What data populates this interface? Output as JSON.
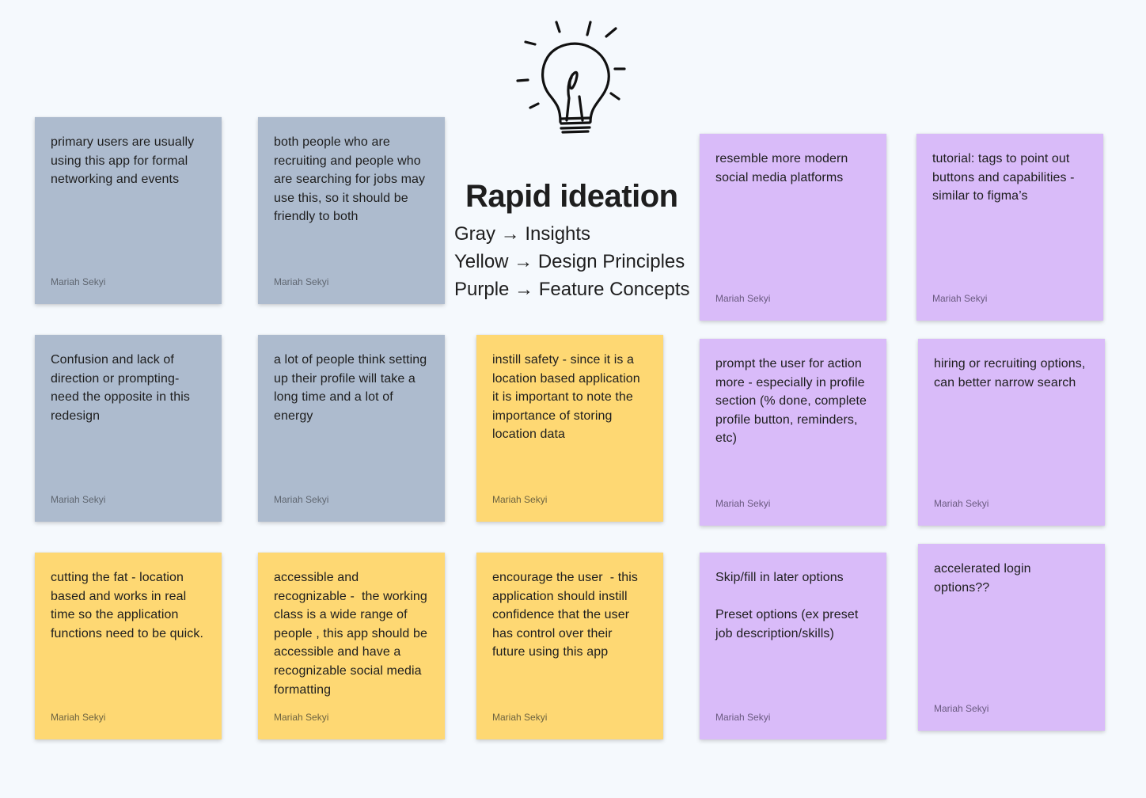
{
  "board": {
    "title": "Rapid ideation",
    "legend": [
      {
        "label": "Gray → Insights"
      },
      {
        "label": "Yellow → Design Principles"
      },
      {
        "label": "Purple → Feature Concepts"
      }
    ],
    "bulb_icon": "lightbulb-icon"
  },
  "colors": {
    "gray": "#adbbce",
    "yellow": "#fed873",
    "purple": "#d9bbf9",
    "background": "#f5f9fd"
  },
  "notes": [
    {
      "color": "gray",
      "text": "primary users are usually using this app for formal networking and events",
      "author": "Mariah Sekyi"
    },
    {
      "color": "gray",
      "text": "both people who are recruiting and people who are searching for jobs may use this, so it should be friendly to both",
      "author": "Mariah Sekyi"
    },
    {
      "color": "purple",
      "text": "resemble more modern social media platforms",
      "author": "Mariah Sekyi"
    },
    {
      "color": "purple",
      "text": "tutorial: tags to point out buttons and capabilities - similar to figma’s",
      "author": "Mariah Sekyi"
    },
    {
      "color": "gray",
      "text": "Confusion and lack of direction or prompting- need the opposite in this redesign",
      "author": "Mariah Sekyi"
    },
    {
      "color": "gray",
      "text": "a lot of people think setting up their profile will take a long time and a lot of energy",
      "author": "Mariah Sekyi"
    },
    {
      "color": "yellow",
      "text": "instill safety - since it is a location based application it is important to note the importance of storing location data",
      "author": "Mariah Sekyi"
    },
    {
      "color": "purple",
      "text": "prompt the user for action more - especially in profile section (% done, complete profile button, reminders, etc)",
      "author": "Mariah Sekyi"
    },
    {
      "color": "purple",
      "text": "hiring or recruiting options, can better narrow search",
      "author": "Mariah Sekyi"
    },
    {
      "color": "yellow",
      "text": "cutting the fat - location based and works in real time so the application functions need to be quick.",
      "author": "Mariah Sekyi"
    },
    {
      "color": "yellow",
      "text": "accessible and recognizable -  the working class is a wide range of people , this app should be accessible and have a recognizable social media formatting",
      "author": "Mariah Sekyi"
    },
    {
      "color": "yellow",
      "text": "encourage the user  - this application should instill confidence that the user has control over their future using this app",
      "author": "Mariah Sekyi"
    },
    {
      "color": "purple",
      "text": "Skip/fill in later options\n\nPreset options (ex preset job description/skills)",
      "author": "Mariah Sekyi"
    },
    {
      "color": "purple",
      "text": "accelerated login options??",
      "author": "Mariah Sekyi"
    }
  ]
}
